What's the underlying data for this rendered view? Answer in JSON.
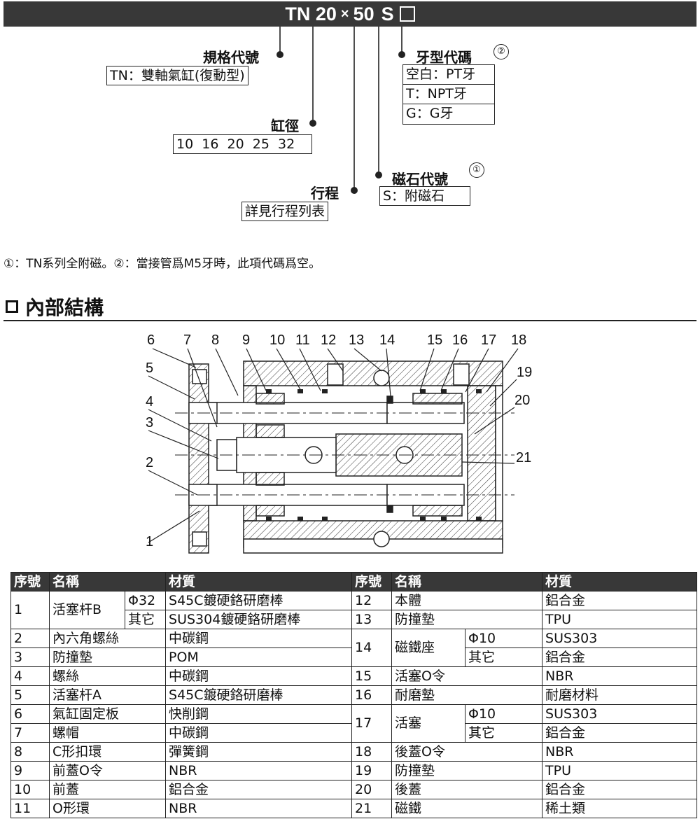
{
  "model_code": {
    "prefix": "TN 20",
    "times": "×",
    "stroke": "50",
    "magnet": "S"
  },
  "ordering": {
    "spec_code": {
      "label": "規格代號",
      "value": "TN：雙軸氣缸(復動型)"
    },
    "bore": {
      "label": "缸徑",
      "value": "10  16  20  25  32"
    },
    "stroke": {
      "label": "行程",
      "value": "詳見行程列表"
    },
    "magnet_code": {
      "label": "磁石代號",
      "note": "①",
      "value": "S：附磁石"
    },
    "thread_code": {
      "label": "牙型代碼",
      "note": "②",
      "options": [
        "空白：PT牙",
        "T：NPT牙",
        "G：G牙"
      ]
    }
  },
  "footnote": "①：TN系列全附磁。②：當接管爲M5牙時，此項代碼爲空。",
  "section_title": "內部結構",
  "callouts": [
    "6",
    "7",
    "8",
    "9",
    "10",
    "11",
    "12",
    "13",
    "14",
    "15",
    "16",
    "17",
    "18",
    "5",
    "19",
    "4",
    "20",
    "3",
    "2",
    "21",
    "1"
  ],
  "parts_table": {
    "headers": [
      "序號",
      "名稱",
      "材質",
      "序號",
      "名稱",
      "材質"
    ],
    "rows": [
      {
        "l_no": "1",
        "l_name": "活塞杆B",
        "l_sub": [
          "Φ32",
          "其它"
        ],
        "l_mat": [
          "S45C鍍硬鉻研磨棒",
          "SUS304鍍硬鉻研磨棒"
        ],
        "r_no": "12",
        "r_name": "本體",
        "r_mat": "鋁合金"
      },
      {
        "r_no": "13",
        "r_name": "防撞墊",
        "r_mat": "TPU"
      },
      {
        "l_no": "2",
        "l_name": "內六角螺絲",
        "l_mat": "中碳鋼",
        "r_no": "14",
        "r_name": "磁鐵座",
        "r_sub": [
          "Φ10",
          "其它"
        ],
        "r_mat": [
          "SUS303",
          "鋁合金"
        ]
      },
      {
        "l_no": "3",
        "l_name": "防撞墊",
        "l_mat": "POM"
      },
      {
        "l_no": "4",
        "l_name": "螺絲",
        "l_mat": "中碳鋼",
        "r_no": "15",
        "r_name": "活塞O令",
        "r_mat": "NBR"
      },
      {
        "l_no": "5",
        "l_name": "活塞杆A",
        "l_mat": "S45C鍍硬鉻研磨棒",
        "r_no": "16",
        "r_name": "耐磨墊",
        "r_mat": "耐磨材料"
      },
      {
        "l_no": "6",
        "l_name": "氣缸固定板",
        "l_mat": "快削鋼",
        "r_no": "17",
        "r_name": "活塞",
        "r_sub": [
          "Φ10",
          "其它"
        ],
        "r_mat": [
          "SUS303",
          "鋁合金"
        ]
      },
      {
        "l_no": "7",
        "l_name": "螺帽",
        "l_mat": "中碳鋼"
      },
      {
        "l_no": "8",
        "l_name": "C形扣環",
        "l_mat": "彈簧鋼",
        "r_no": "18",
        "r_name": "後蓋O令",
        "r_mat": "NBR"
      },
      {
        "l_no": "9",
        "l_name": "前蓋O令",
        "l_mat": "NBR",
        "r_no": "19",
        "r_name": "防撞墊",
        "r_mat": "TPU"
      },
      {
        "l_no": "10",
        "l_name": "前蓋",
        "l_mat": "鋁合金",
        "r_no": "20",
        "r_name": "後蓋",
        "r_mat": "鋁合金"
      },
      {
        "l_no": "11",
        "l_name": "O形環",
        "l_mat": "NBR",
        "r_no": "21",
        "r_name": "磁鐵",
        "r_mat": "稀土類"
      }
    ]
  }
}
